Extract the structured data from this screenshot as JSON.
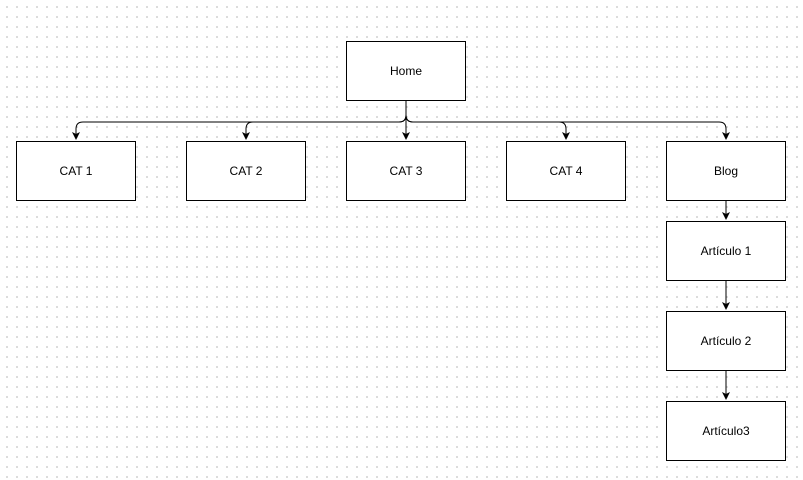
{
  "nodes": {
    "home": "Home",
    "cat1": "CAT 1",
    "cat2": "CAT 2",
    "cat3": "CAT 3",
    "cat4": "CAT 4",
    "blog": "Blog",
    "articulo1": "Artículo 1",
    "articulo2": "Artículo 2",
    "articulo3": "Artículo3"
  },
  "edges": [
    {
      "from": "home",
      "to": "cat1"
    },
    {
      "from": "home",
      "to": "cat2"
    },
    {
      "from": "home",
      "to": "cat3"
    },
    {
      "from": "home",
      "to": "cat4"
    },
    {
      "from": "home",
      "to": "blog"
    },
    {
      "from": "blog",
      "to": "articulo1"
    },
    {
      "from": "articulo1",
      "to": "articulo2"
    },
    {
      "from": "articulo2",
      "to": "articulo3"
    }
  ],
  "colors": {
    "stroke": "#000000",
    "fill": "#ffffff",
    "grid_dot": "#d0d0d0"
  }
}
